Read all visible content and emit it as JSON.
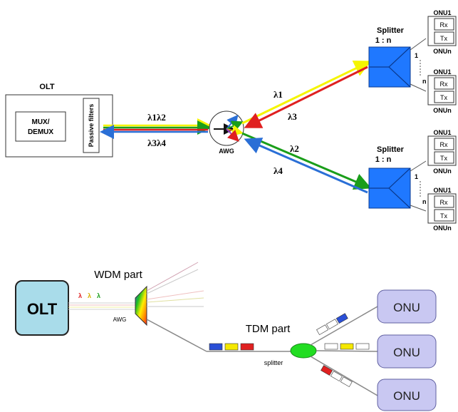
{
  "top": {
    "olt": {
      "title": "OLT",
      "mux_line1": "MUX/",
      "mux_line2": "DEMUX",
      "filter": "Passive filters"
    },
    "awg": {
      "label": "AWG"
    },
    "wavelengths": {
      "l12": "λ1λ2",
      "l34": "λ3λ4",
      "l1": "λ1",
      "l3": "λ3",
      "l2": "λ2",
      "l4": "λ4"
    },
    "splitters": [
      {
        "title": "Splitter",
        "ratio": "1 : n",
        "port_first": "1",
        "port_last": "n"
      },
      {
        "title": "Splitter",
        "ratio": "1 : n",
        "port_first": "1",
        "port_last": "n"
      }
    ],
    "onu_groups": [
      {
        "first": "ONU1",
        "last": "ONUn",
        "rx": "Rx",
        "tx": "Tx"
      },
      {
        "first": "ONU1",
        "last": "ONUn",
        "rx": "Rx",
        "tx": "Tx"
      },
      {
        "first": "ONU1",
        "last": "ONUn",
        "rx": "Rx",
        "tx": "Tx"
      },
      {
        "first": "ONU1",
        "last": "ONUn",
        "rx": "Rx",
        "tx": "Tx"
      }
    ],
    "colors": {
      "splitter": "#1f78ff",
      "green": "#1a9e1a",
      "blue": "#2a6fd6",
      "red": "#e02020",
      "yellow": "#f5f500"
    }
  },
  "bottom": {
    "olt": "OLT",
    "wdm_part": "WDM part",
    "awg": "AWG",
    "tdm_part": "TDM part",
    "splitter": "splitter",
    "onus": [
      "ONU",
      "ONU",
      "ONU"
    ],
    "olt_lambdas": [
      "λ",
      "λ",
      "λ"
    ],
    "colors": {
      "olt": "#a9dcea",
      "onu": "#c9c8f2",
      "splitter": "#22dd22"
    }
  }
}
